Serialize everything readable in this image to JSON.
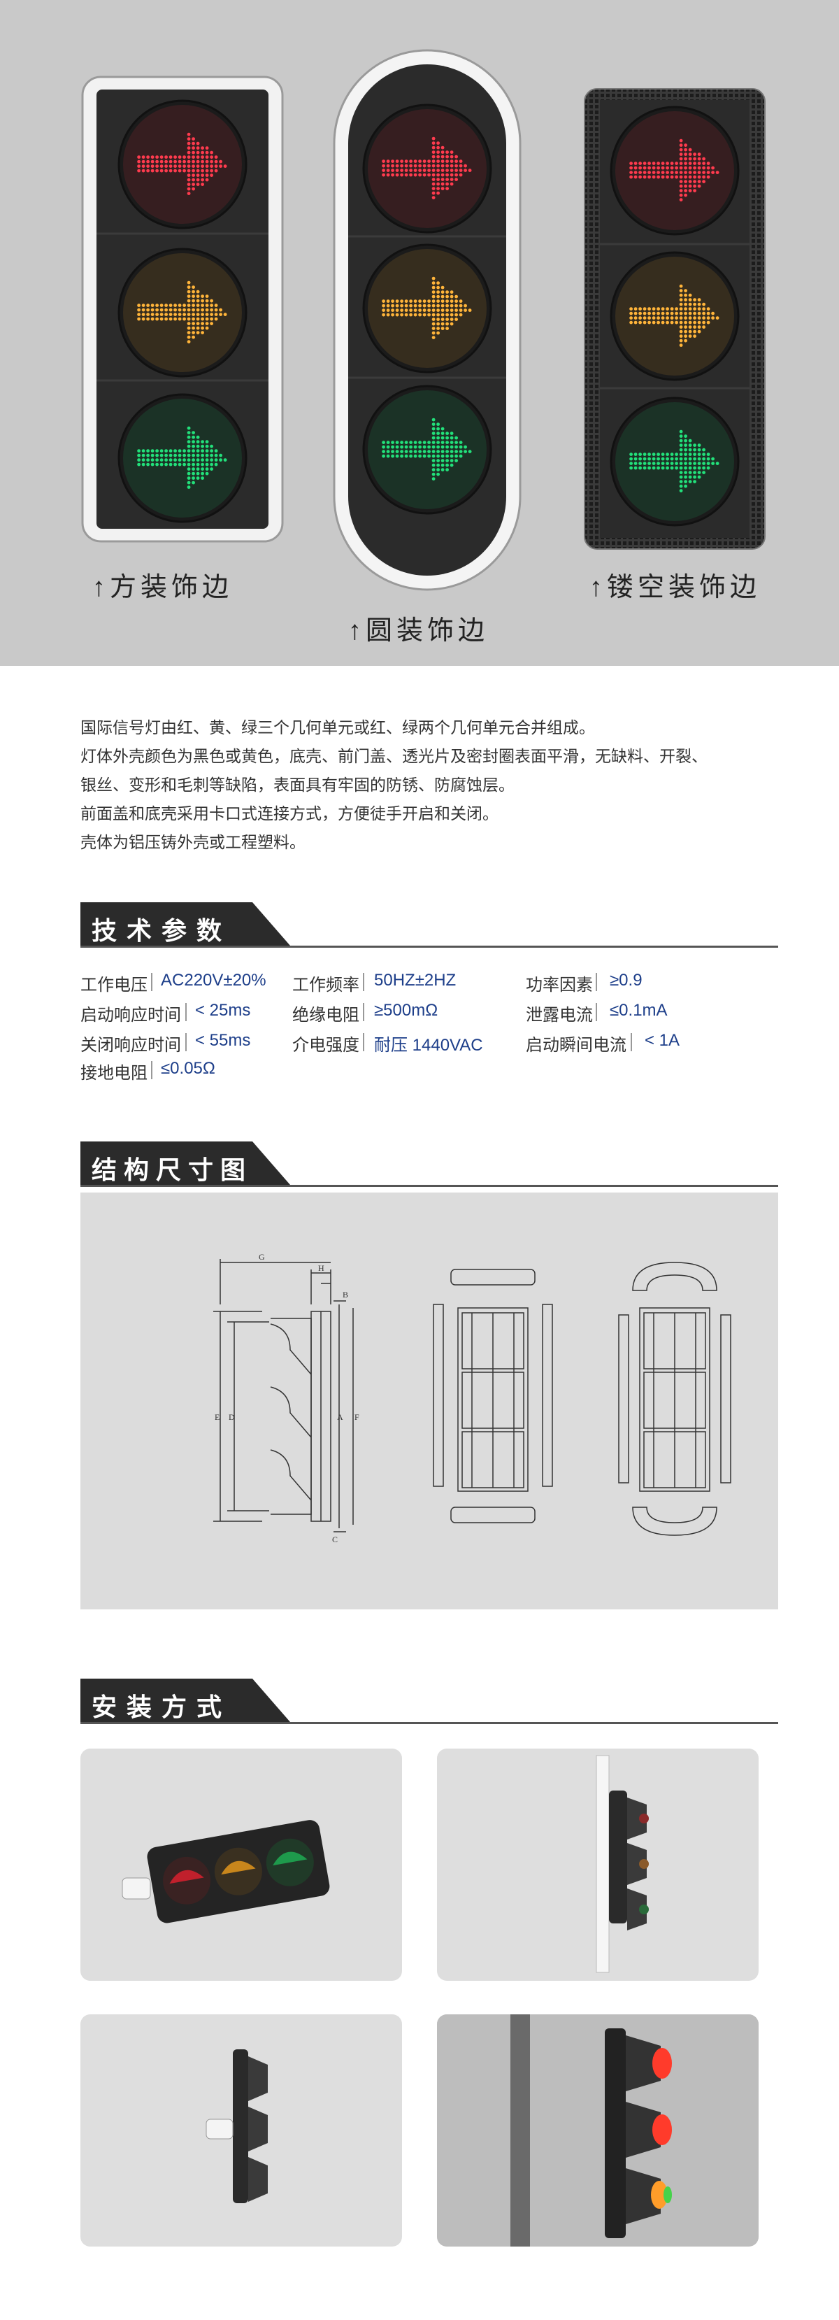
{
  "hero": {
    "captions": {
      "square": "↑方装饰边",
      "round": "↑圆装饰边",
      "hollow": "↑镂空装饰边"
    },
    "colors": {
      "red": "#ff3b4e",
      "yellow": "#ffb43a",
      "green": "#22e07a",
      "background": "#c9c9c9",
      "housing": "#2a2a2a"
    }
  },
  "description": {
    "lines": [
      "国际信号灯由红、黄、绿三个几何单元或红、绿两个几何单元合并组成。",
      "灯体外壳颜色为黑色或黄色，底壳、前门盖、透光片及密封圈表面平滑，无缺料、开裂、",
      "银丝、变形和毛刺等缺陷，表面具有牢固的防锈、防腐蚀层。",
      "前面盖和底壳采用卡口式连接方式，方便徒手开启和关闭。",
      "壳体为铝压铸外壳或工程塑料。"
    ]
  },
  "sections": {
    "tech": "技术参数",
    "structure": "结构尺寸图",
    "install": "安装方式"
  },
  "params": {
    "rows": [
      [
        {
          "label": "工作电压",
          "value": "AC220V±20%"
        },
        {
          "label": "工作频率",
          "value": "50HZ±2HZ"
        },
        {
          "label": "功率因素",
          "value": "≥0.9"
        }
      ],
      [
        {
          "label": "启动响应时间",
          "value": "< 25ms"
        },
        {
          "label": "绝缘电阻",
          "value": "≥500mΩ"
        },
        {
          "label": "泄露电流",
          "value": "≤0.1mA"
        }
      ],
      [
        {
          "label": "关闭响应时间",
          "value": "< 55ms"
        },
        {
          "label": "介电强度",
          "value": "耐压 1440VAC"
        },
        {
          "label": "启动瞬间电流",
          "value": "< 1A"
        }
      ],
      [
        {
          "label": "接地电阻",
          "value": "≤0.05Ω"
        }
      ]
    ]
  },
  "drawing": {
    "labels": {
      "g": "G",
      "h": "H",
      "b": "B",
      "e": "E",
      "d": "D",
      "a": "A",
      "f": "F",
      "c": "C"
    }
  }
}
